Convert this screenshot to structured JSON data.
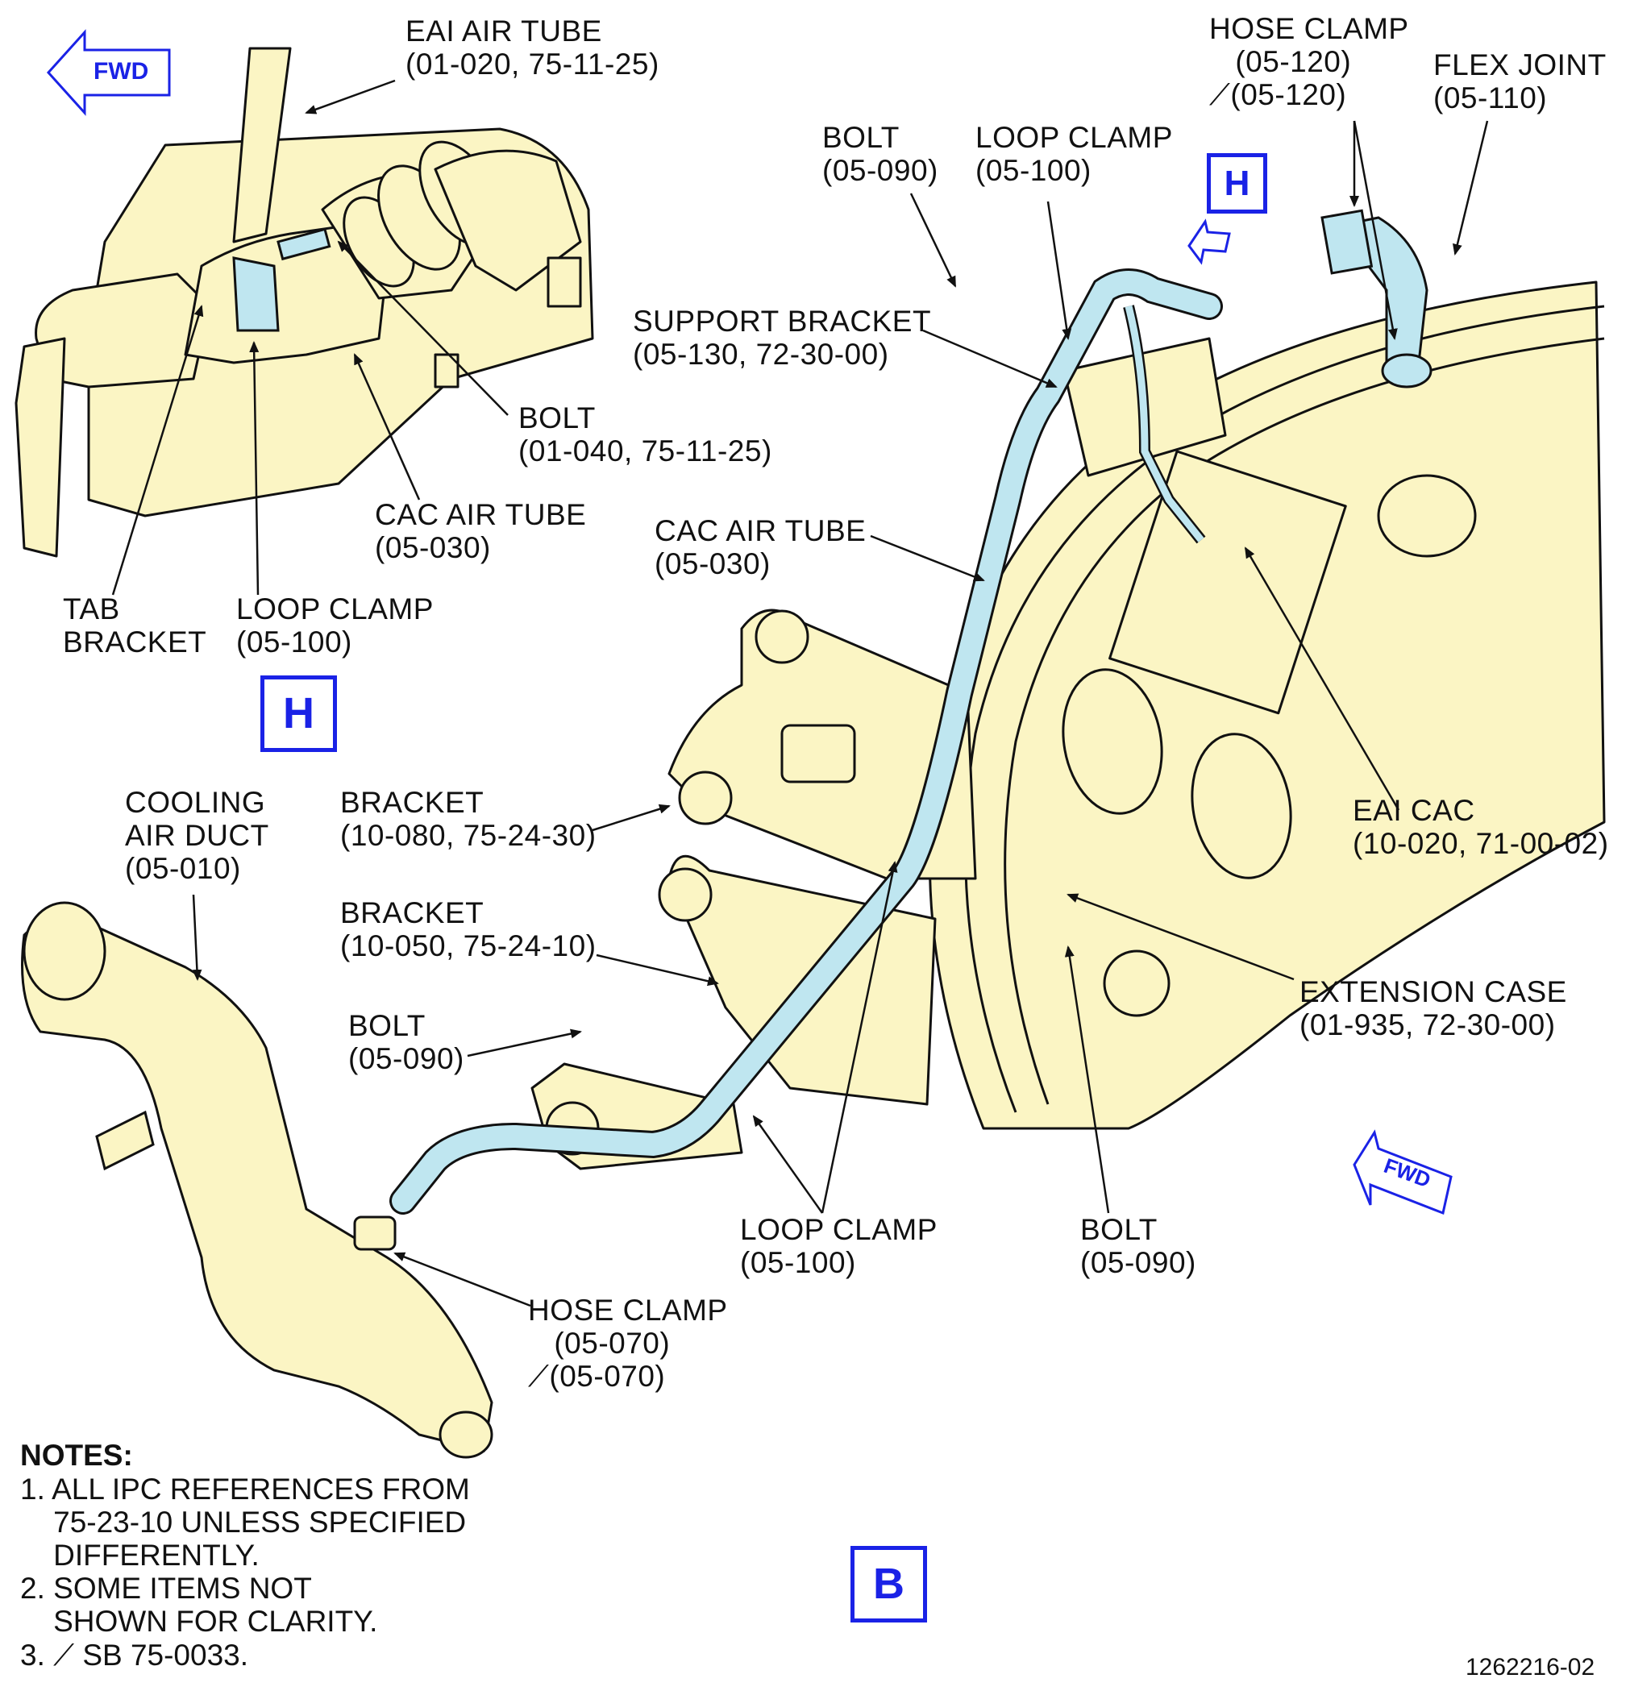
{
  "colors": {
    "part": "#fbf5c4",
    "tube": "#bfe6f0",
    "line": "#111111",
    "callout": "#1a22e6"
  },
  "direction": {
    "fwd": "FWD"
  },
  "views": {
    "detail_h": "H",
    "view_b": "B",
    "detail_marker": "H"
  },
  "labels": {
    "eai_air_tube": "EAI AIR TUBE\n(01-020, 75-11-25)",
    "bolt_01040": "BOLT\n(01-040, 75-11-25)",
    "cac_air_tube_detail": "CAC AIR TUBE\n(05-030)",
    "tab_bracket": "TAB\nBRACKET",
    "loop_clamp_detail": "LOOP CLAMP\n(05-100)",
    "bolt_top": "BOLT\n(05-090)",
    "loop_clamp_top": "LOOP CLAMP\n(05-100)",
    "hose_clamp_top": "HOSE CLAMP\n   (05-120)\n⟋(05-120)",
    "flex_joint": "FLEX JOINT\n(05-110)",
    "support_bracket": "SUPPORT BRACKET\n(05-130, 72-30-00)",
    "cac_air_tube_main": "CAC AIR TUBE\n(05-030)",
    "cooling_air_duct": "COOLING\nAIR DUCT\n(05-010)",
    "bracket_10080": "BRACKET\n(10-080, 75-24-30)",
    "bracket_10050": "BRACKET\n(10-050, 75-24-10)",
    "bolt_left": "BOLT\n(05-090)",
    "eai_cac": "EAI CAC\n(10-020, 71-00-02)",
    "extension_case": "EXTENSION CASE\n(01-935, 72-30-00)",
    "loop_clamp_bottom": "LOOP CLAMP\n(05-100)",
    "bolt_bottom": "BOLT\n(05-090)",
    "hose_clamp_bottom": "HOSE CLAMP\n   (05-070)\n⟋(05-070)"
  },
  "notes": {
    "heading": "NOTES:",
    "items": [
      "1. ALL IPC REFERENCES FROM\n    75-23-10 UNLESS SPECIFIED\n    DIFFERENTLY.",
      "2. SOME ITEMS NOT\n    SHOWN FOR CLARITY.",
      "3. ⟋ SB 75-0033."
    ]
  },
  "figure_id": "1262216-02"
}
